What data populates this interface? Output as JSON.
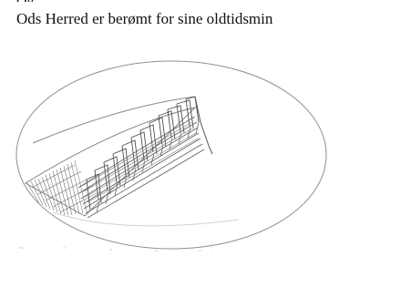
{
  "document": {
    "clipped_top_line": "Og",
    "main_line": "Ods Herred er berømt for sine oldtidsmin"
  },
  "figure": {
    "icon": "ship-setting-illustration",
    "stroke_color": "#4a4a4a",
    "ellipse_color": "#8a8a8a"
  }
}
